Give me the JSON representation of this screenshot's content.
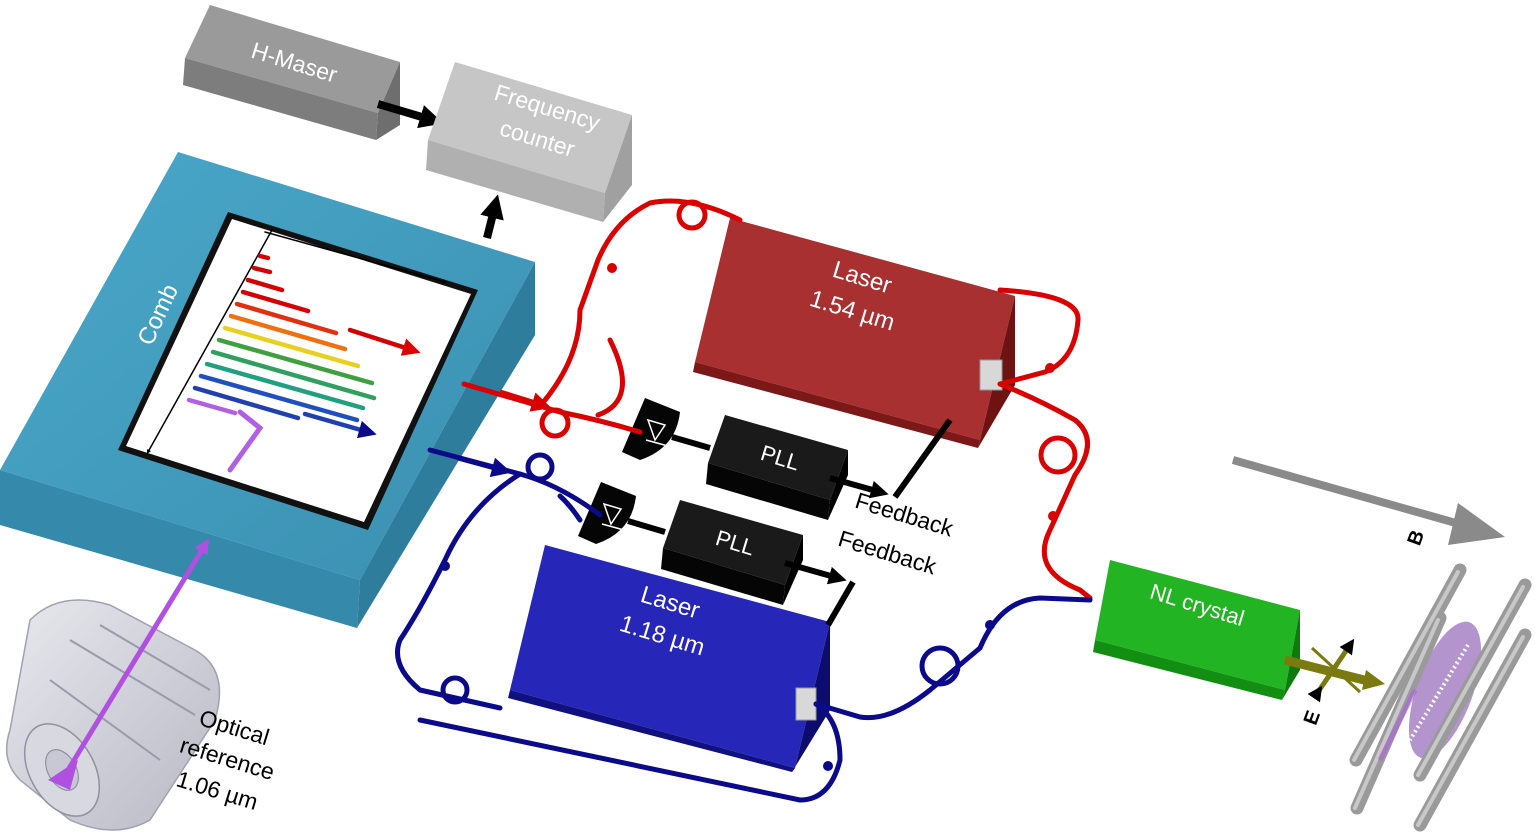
{
  "labels": {
    "hmaser": "H-Maser",
    "counter_line1": "Frequency",
    "counter_line2": "counter",
    "comb": "Comb",
    "laser_red_line1": "Laser",
    "laser_red_line2": "1.54 µm",
    "laser_blue_line1": "Laser",
    "laser_blue_line2": "1.18 µm",
    "pll_top": "PLL",
    "pll_bottom": "PLL",
    "feedback_top": "Feedback",
    "feedback_bottom": "Feedback",
    "nl_crystal": "NL crystal",
    "optical_ref_line1": "Optical",
    "optical_ref_line2": "reference",
    "optical_ref_line3": "1.06 µm",
    "field_b": "B",
    "field_e": "E"
  },
  "colors": {
    "red_fiber": "#d80000",
    "blue_fiber": "#0a0a8a",
    "comb_body": "#3f9bbd",
    "laser_red": "#8e1c1c",
    "laser_blue": "#1a1aa8",
    "nl_crystal": "#19a019",
    "hmaser": "#8a8a8a",
    "counter": "#bdbdbd",
    "pll": "#0a0a0a",
    "reference_beam": "#b050e0",
    "e_field": "#7a7a10",
    "b_field": "#8a8a8a"
  },
  "icons": [
    "photodiode-icon",
    "photodiode-icon",
    "fiber-loop-icon",
    "arrow-icon"
  ]
}
